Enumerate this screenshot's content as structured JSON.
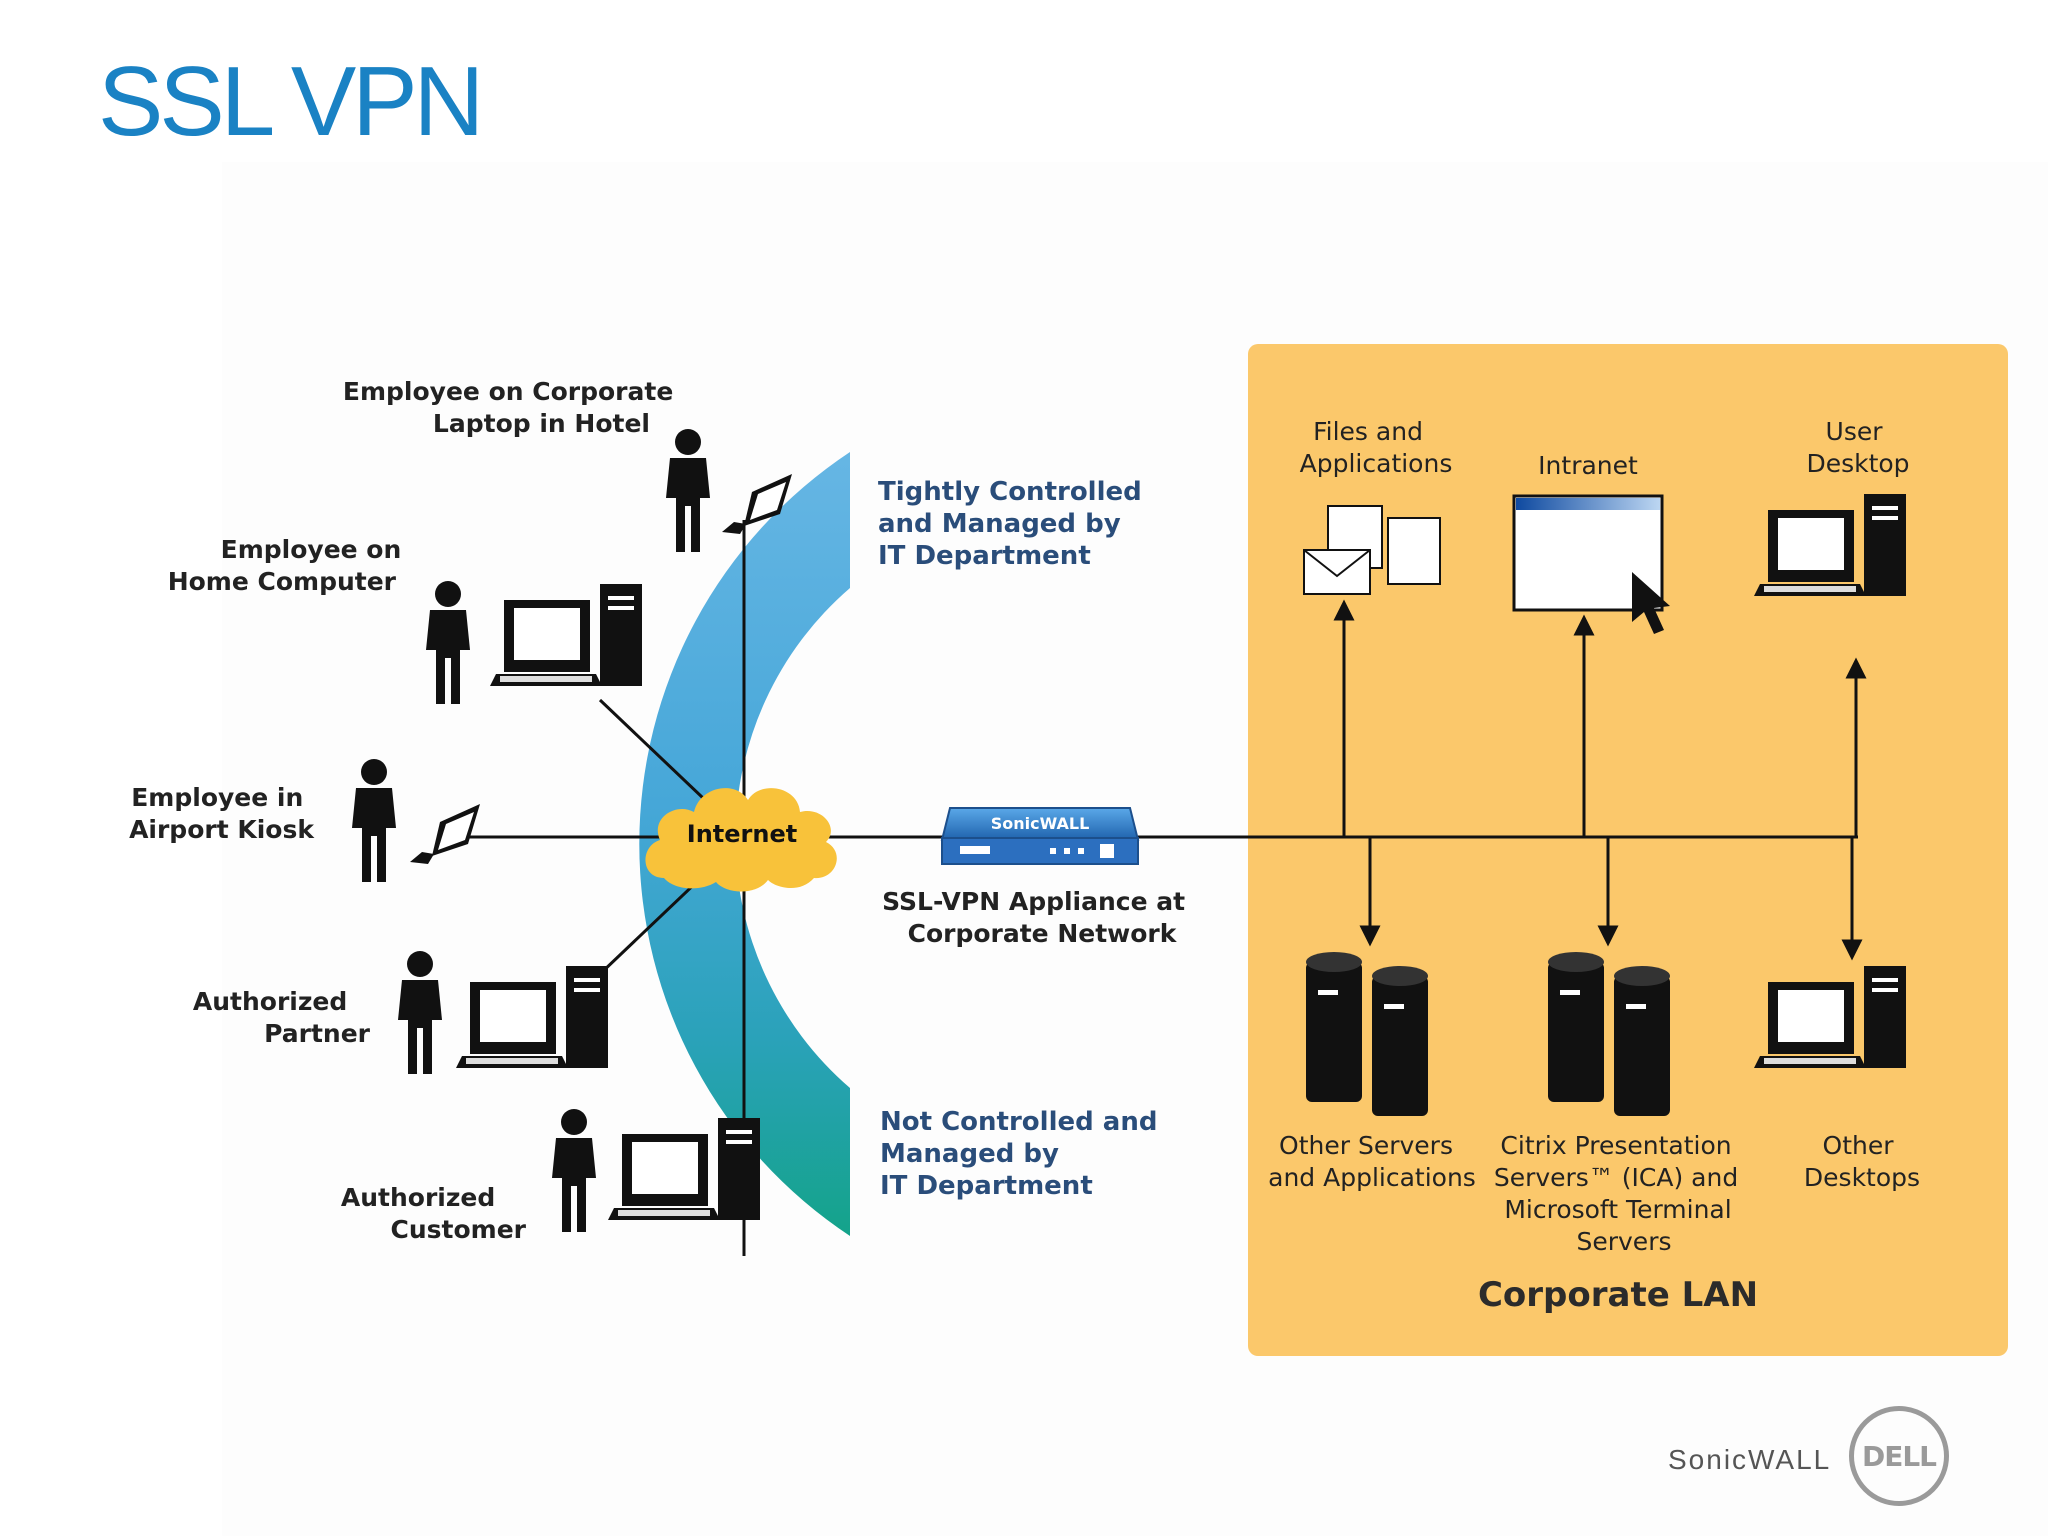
{
  "slide": {
    "title": "SSL VPN"
  },
  "users": [
    {
      "label_lines": [
        "Employee on Corporate",
        "Laptop in Hotel"
      ]
    },
    {
      "label_lines": [
        "Employee on",
        "Home Computer"
      ]
    },
    {
      "label_lines": [
        "Employee in",
        "Airport Kiosk"
      ]
    },
    {
      "label_lines": [
        "Authorized",
        "Partner"
      ]
    },
    {
      "label_lines": [
        "Authorized",
        "Customer"
      ]
    }
  ],
  "zones": {
    "controlled_lines": [
      "Tightly Controlled",
      "and Managed by",
      "IT Department"
    ],
    "uncontrolled_lines": [
      "Not Controlled and",
      "Managed by",
      "IT Department"
    ]
  },
  "internet": {
    "label": "Internet"
  },
  "appliance": {
    "brand": "SonicWALL",
    "caption_lines": [
      "SSL-VPN Appliance at",
      "Corporate Network"
    ]
  },
  "lan": {
    "title": "Corporate LAN",
    "top_resources": [
      {
        "label_lines": [
          "Files and",
          "Applications"
        ]
      },
      {
        "label_lines": [
          "Intranet"
        ]
      },
      {
        "label_lines": [
          "User",
          "Desktop"
        ]
      }
    ],
    "bottom_resources": [
      {
        "label_lines": [
          "Other Servers",
          "and Applications"
        ]
      },
      {
        "label_lines": [
          "Citrix Presentation",
          "Servers™ (ICA) and",
          "Microsoft Terminal",
          "Servers"
        ]
      },
      {
        "label_lines": [
          "Other",
          "Desktops"
        ]
      }
    ]
  },
  "footer": {
    "brand_text": "SonicWALL",
    "logo_text": "DELL"
  },
  "colors": {
    "title": "#1a82c4",
    "arc_blue": "#5fb2e0",
    "arc_teal": "#1fa596",
    "lan_background": "#fbc86b",
    "cloud": "#f8c23a",
    "appliance": "#2f7fc8"
  }
}
